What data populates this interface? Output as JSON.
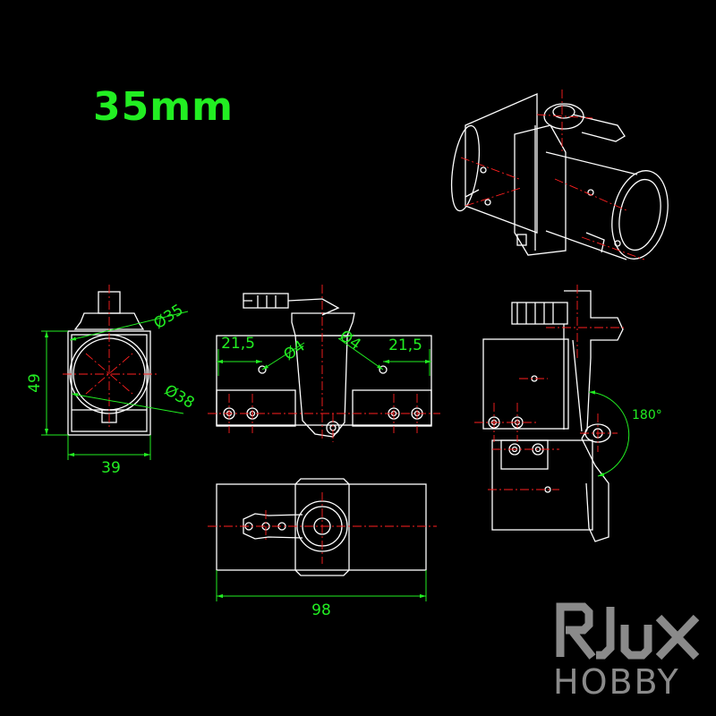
{
  "title": "35mm",
  "dimensions": {
    "dia_outer": "Ø35",
    "dia_inner": "Ø38",
    "height": "49",
    "width": "39",
    "offset_left": "21,5",
    "offset_right": "21,5",
    "hole_left": "Ø4",
    "hole_right": "Ø4",
    "angle": "180°",
    "length": "98"
  },
  "brand": {
    "logo_text": "RJX",
    "word": "HOBBY"
  },
  "colors": {
    "lines": "#ffffff",
    "dimensions": "#22ee22",
    "centerlines": "#ff2020",
    "brand": "#8a8a8a",
    "background": "#000000"
  }
}
